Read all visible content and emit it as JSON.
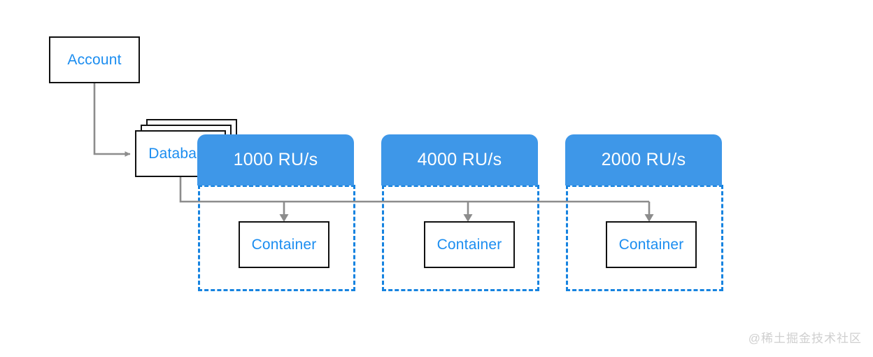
{
  "diagram": {
    "title_present": false,
    "background_color": "#ffffff",
    "accent_blue": "#3e97e8",
    "text_blue": "#1b8df0",
    "dashed_blue": "#1683e0",
    "outline_black": "#111111",
    "wire_gray": "#8c8c8c"
  },
  "nodes": {
    "account": {
      "label": "Account",
      "shape": "rectangle"
    },
    "database": {
      "label": "Database",
      "shape": "stacked-rectangle",
      "stack_count": 3
    }
  },
  "groups": [
    {
      "throughput_label": "1000 RU/s",
      "container_label": "Container",
      "container_icon": "container-box-icon"
    },
    {
      "throughput_label": "4000 RU/s",
      "container_label": "Container",
      "container_icon": "container-box-icon"
    },
    {
      "throughput_label": "2000 RU/s",
      "container_label": "Container",
      "container_icon": "container-box-icon"
    }
  ],
  "connectors": [
    {
      "name": "account-to-database",
      "arrowhead": true
    },
    {
      "name": "database-to-container-1",
      "arrowhead": true
    },
    {
      "name": "database-to-container-2",
      "arrowhead": true
    },
    {
      "name": "database-to-container-3",
      "arrowhead": true
    }
  ],
  "watermark": {
    "text": "@稀土掘金技术社区"
  }
}
